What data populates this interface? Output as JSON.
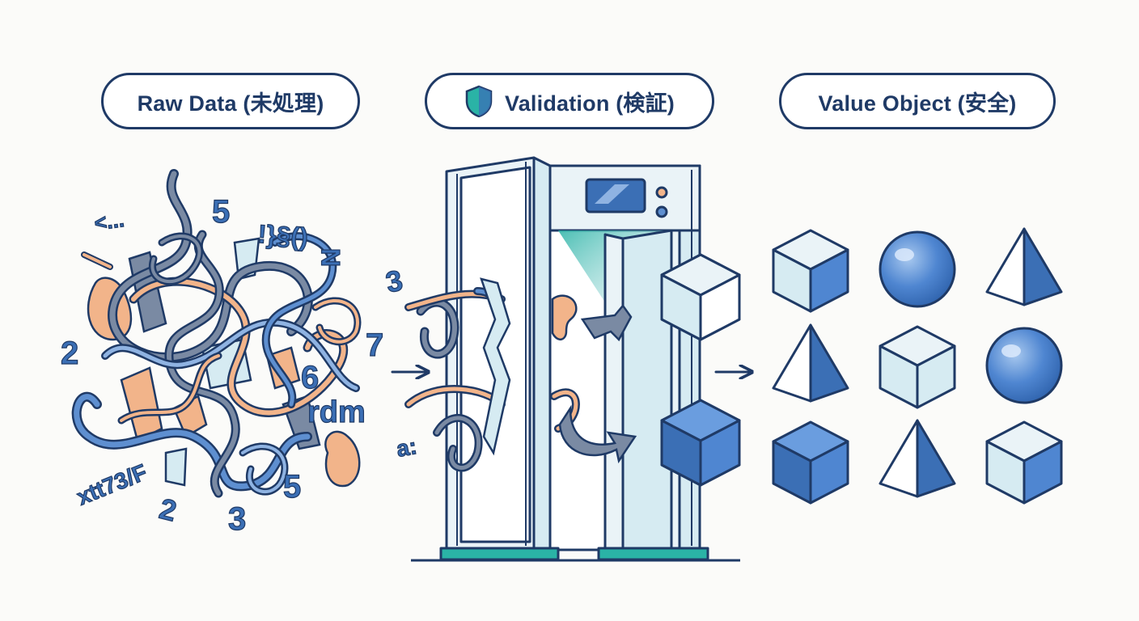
{
  "stages": [
    {
      "label": "Raw Data (未処理)"
    },
    {
      "label": "Validation (検証)"
    },
    {
      "label": "Value Object (安全)"
    }
  ],
  "raw_symbols": [
    "<...",
    "5",
    "!}§()",
    "N",
    "3",
    "2",
    "7",
    "6",
    "rdm",
    "xtt73/F",
    "2",
    "3",
    "5",
    "a:"
  ],
  "colors": {
    "navy": "#1f3a66",
    "blue": "#3b6fb5",
    "light_blue": "#d6ebf2",
    "teal": "#2ab3a6",
    "orange": "#f2b48a",
    "gray": "#7a8aa3"
  },
  "icons": [
    "shield-icon",
    "arrow-right-icon",
    "cube-icon",
    "sphere-icon",
    "pyramid-icon",
    "metal-detector-gate"
  ],
  "value_objects": [
    "cube",
    "sphere",
    "pyramid",
    "pyramid",
    "cube",
    "sphere",
    "cube",
    "pyramid",
    "cube"
  ]
}
